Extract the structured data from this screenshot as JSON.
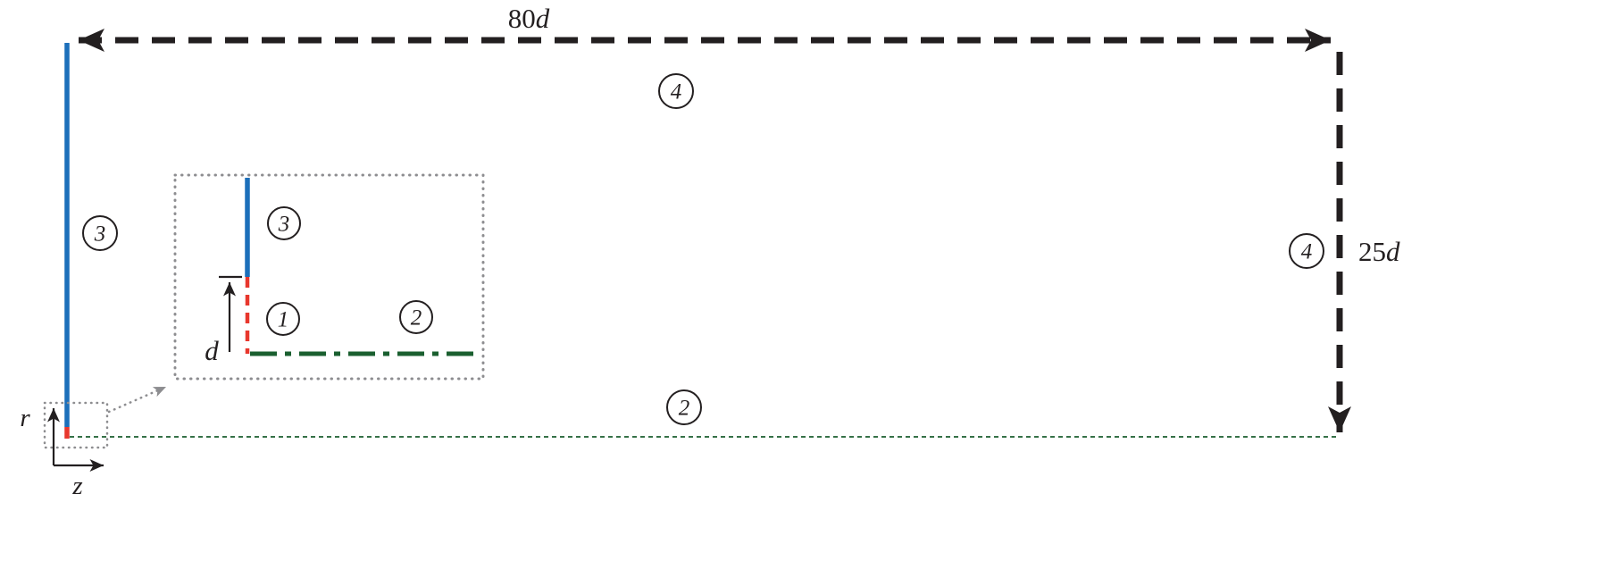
{
  "figure": {
    "labels": {
      "top_dimension": {
        "value": "80",
        "symbol": "d"
      },
      "right_dimension": {
        "value": "25",
        "symbol": "d"
      },
      "inset_dimension": {
        "symbol": "d"
      },
      "axis_vertical": "r",
      "axis_horizontal": "z"
    },
    "boundaries": {
      "b1": "1",
      "b2": "2",
      "b3": "3",
      "b4": "4"
    },
    "colors": {
      "boundary1_red": "#e8372d",
      "boundary2_green": "#1a5f2f",
      "boundary3_blue": "#1c6fba",
      "boundary4_black": "#231f20",
      "zoom_gray": "#8d8d90"
    }
  }
}
